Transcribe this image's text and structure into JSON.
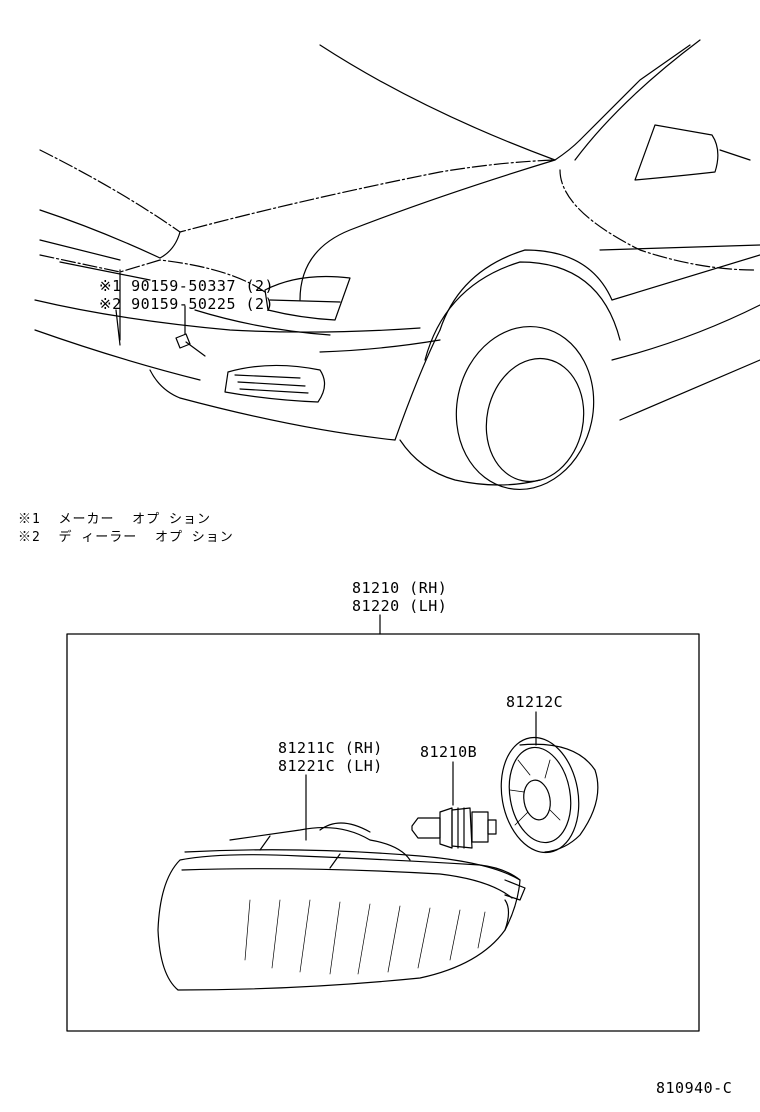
{
  "callouts": {
    "bolt_option1": "※1 90159-50337 (2)",
    "bolt_option2": "※2 90159-50225 (2)",
    "assembly_rh": "81210 (RH)",
    "assembly_lh": "81220 (LH)",
    "lens_rh": "81211C (RH)",
    "lens_lh": "81221C (LH)",
    "bulb": "81210B",
    "socket": "81212C"
  },
  "notes": {
    "note1": "※1  メーカー  オプ ション",
    "note2": "※2  デ ィーラー  オプ ション"
  },
  "figure_code": "810940-C",
  "colors": {
    "ink": "#000000",
    "paper": "#ffffff"
  }
}
